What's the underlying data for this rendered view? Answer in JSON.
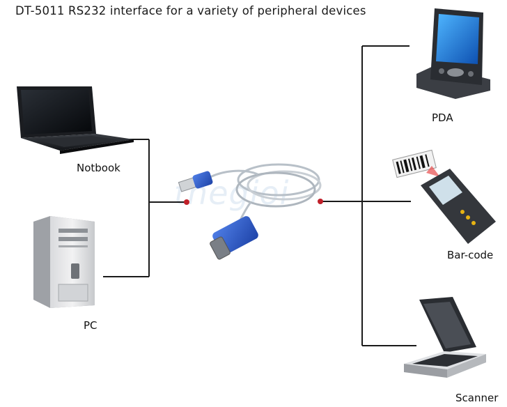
{
  "diagram": {
    "title": "DT-5011 RS232 interface for a variety of peripheral devices",
    "watermark": "thegioi"
  },
  "devices": {
    "notebook": {
      "label": "Notbook",
      "icon": "laptop-icon"
    },
    "pc": {
      "label": "PC",
      "icon": "desktop-tower-icon"
    },
    "pda": {
      "label": "PDA",
      "icon": "pda-icon"
    },
    "barcode": {
      "label": "Bar-code",
      "icon": "barcode-scanner-icon"
    },
    "scanner": {
      "label": "Scanner",
      "icon": "flatbed-scanner-icon"
    },
    "cable": {
      "icon": "usb-to-rs232-cable-icon"
    }
  },
  "colors": {
    "line": "#1a1a1a",
    "node_dot": "#c0202a",
    "cable_blue": "#2a55c8",
    "cable_grey": "#b8c0c8"
  }
}
